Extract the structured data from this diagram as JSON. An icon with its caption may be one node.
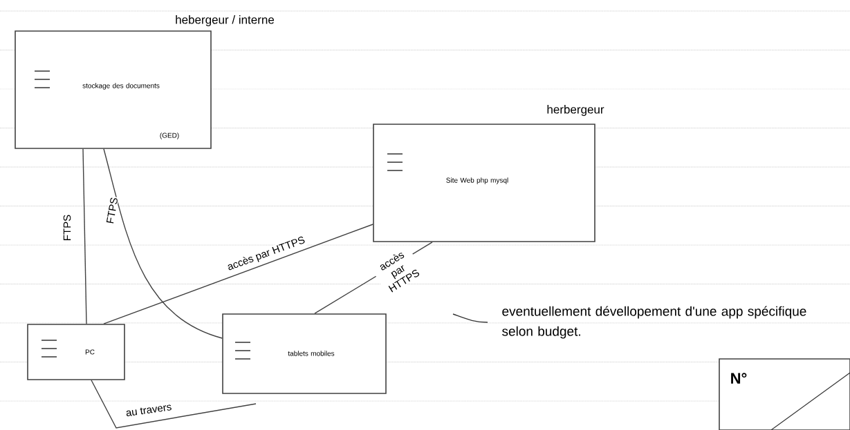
{
  "diagram": {
    "nodes": [
      {
        "text": [
          "stockage des documents",
          "(GED)"
        ],
        "beside": [
          "hebergeur / interne"
        ]
      },
      {
        "text": [
          "Site Web php mysql"
        ],
        "beside": [
          "herbergeur"
        ]
      },
      {
        "text": [
          "PC"
        ]
      },
      {
        "text": [
          "tablets mobiles"
        ]
      },
      {
        "text": [
          "N°"
        ]
      }
    ],
    "edges": [
      {
        "from": 0,
        "to": 2,
        "arrow": "none",
        "label": "FTPS"
      },
      {
        "from": 0,
        "to": 3,
        "arrow": "none",
        "label": "FTPS"
      },
      {
        "from": 2,
        "to": 1,
        "arrow": "none",
        "label": "accès par HTTPS"
      },
      {
        "from": 3,
        "to": 1,
        "arrow": "none",
        "label": "accès par HTTPS"
      },
      {
        "from": 2,
        "to": null,
        "arrow": "none",
        "label": "au travers"
      }
    ],
    "labels": [
      "eventuellement dévellopement d'une app spécifique selon budget."
    ]
  }
}
